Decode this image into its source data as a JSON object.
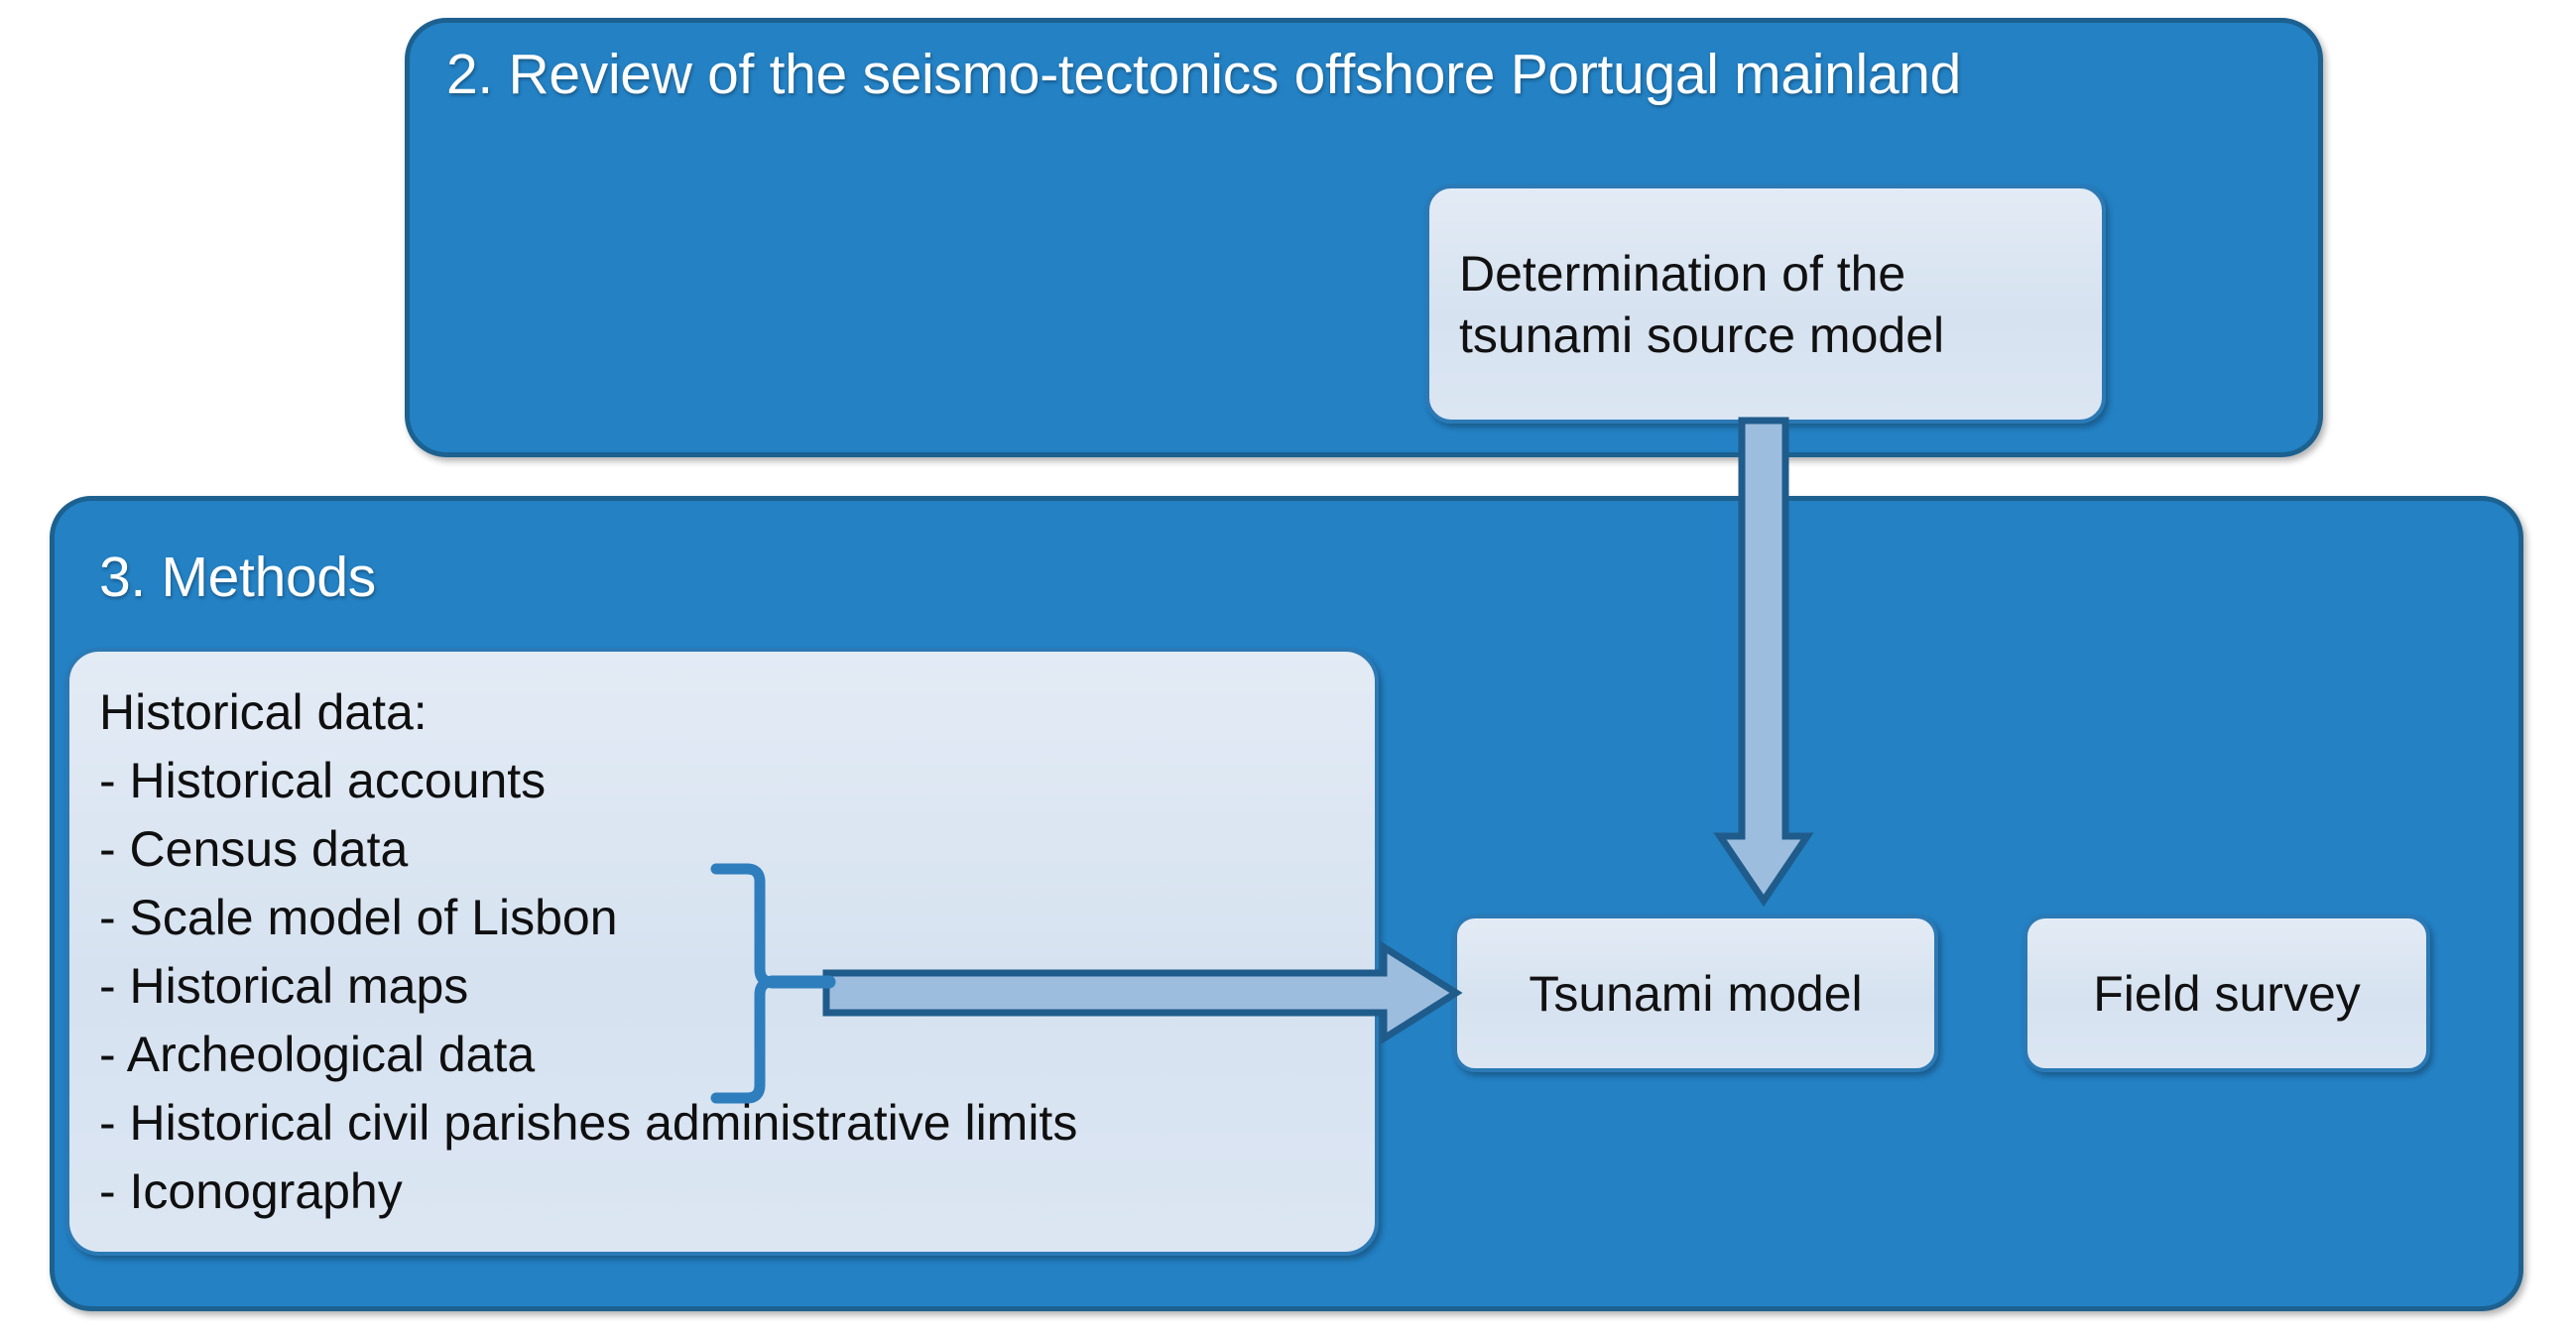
{
  "diagram": {
    "title": "Methodology flow diagram",
    "colors": {
      "panel_blue": "#2381C4",
      "panel_border": "#1C618F",
      "box_fill": "#DCE6F3",
      "box_border": "#2B79B5",
      "arrow_fill": "#9DBDDF",
      "arrow_border": "#1F5C8B",
      "brace_color": "#2E7EBE",
      "title_text": "#FFFFFF",
      "body_text": "#111111"
    },
    "sections": [
      {
        "id": "section-2",
        "title": "2. Review of the seismo-tectonics offshore Portugal mainland"
      },
      {
        "id": "section-3",
        "title": "3. Methods"
      }
    ],
    "boxes": {
      "determination": {
        "name": "determination-of-tsunami-source-model",
        "lines": [
          "Determination of the",
          "tsunami source model"
        ]
      },
      "historical_data": {
        "name": "historical-data",
        "heading": "Historical data:",
        "items": [
          "- Historical accounts",
          "- Census data",
          "- Scale model of Lisbon",
          "- Historical maps",
          "- Archeological data",
          "- Historical civil parishes administrative limits",
          "- Iconography"
        ],
        "braced_items": [
          "- Scale model of Lisbon",
          "- Historical maps",
          "- Archeological data"
        ]
      },
      "tsunami_model": {
        "name": "tsunami-model",
        "label": "Tsunami model"
      },
      "field_survey": {
        "name": "field-survey",
        "label": "Field survey"
      }
    },
    "connectors": [
      {
        "id": "determination-to-tsunami-model",
        "from": "determination",
        "to": "tsunami_model",
        "direction": "down",
        "label": ""
      },
      {
        "id": "historical-data-to-tsunami-model",
        "from": "historical_data",
        "to": "tsunami_model",
        "direction": "right",
        "label": ""
      }
    ]
  }
}
